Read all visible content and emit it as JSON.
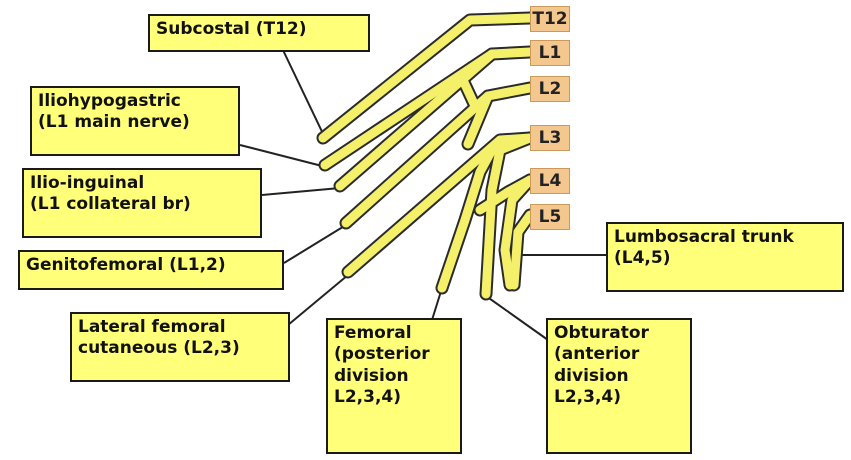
{
  "colors": {
    "nerve_fill": "#f5f06a",
    "nerve_outline": "#2b2b2b",
    "label_fill": "#ffff7a",
    "root_fill": "#f3c78e",
    "connector": "#222222"
  },
  "roots": {
    "t12": "T12",
    "l1": "L1",
    "l2": "L2",
    "l3": "L3",
    "l4": "L4",
    "l5": "L5"
  },
  "labels": {
    "subcostal": "Subcostal (T12)",
    "iliohypogastric": "Iliohypogastric\n(L1 main nerve)",
    "ilioinguinal": "Ilio-inguinal\n(L1 collateral br)",
    "genitofemoral": "Genitofemoral (L1,2)",
    "lateral_femoral_cutaneous": "Lateral femoral\ncutaneous (L2,3)",
    "femoral": "Femoral\n(posterior\ndivision\nL2,3,4)",
    "obturator": "Obturator\n(anterior\ndivision\nL2,3,4)",
    "lumbosacral_trunk": "Lumbosacral trunk\n(L4,5)"
  }
}
